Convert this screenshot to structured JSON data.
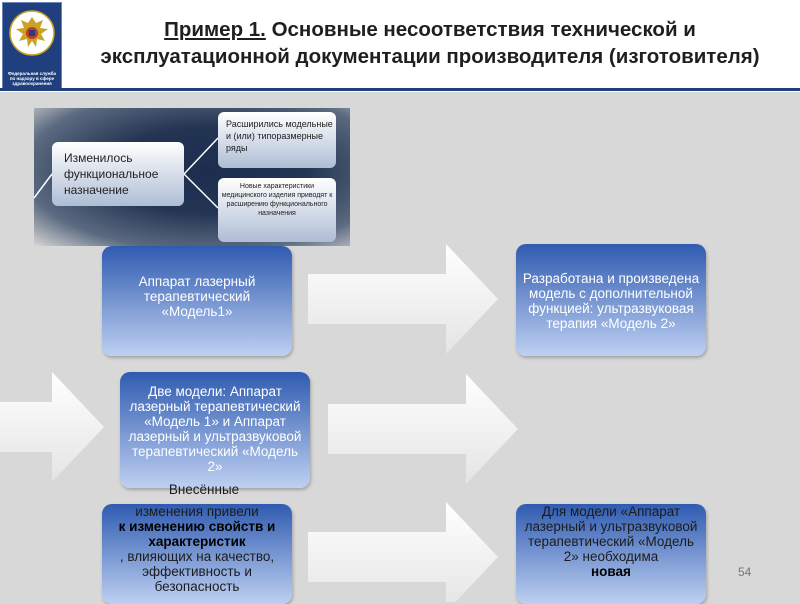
{
  "header": {
    "emblem_label": "Федеральная служба по надзору в сфере здравоохранения",
    "title_prefix": "Пример 1.",
    "title_rest": " Основные несоответствия технической и эксплуатационной документации производителя (изготовителя)"
  },
  "diagram": {
    "main": "Изменилось функциональное назначение",
    "top": "Расширились модельные и (или) типоразмерные ряды",
    "bottom": "Новые характеристики медицинского изделия приводят к расширению функционального назначения"
  },
  "flow": {
    "card1": "Аппарат лазерный терапевтический «Модель1»",
    "card2": "Разработана и произведена модель с дополнительной функцией: ультразвуковая терапия «Модель 2»",
    "card3": "Две модели: Аппарат лазерный терапевтический «Модель 1» и Аппарат лазерный и ультразвуковой терапевтический «Модель 2»",
    "card4_overlay": "Внесённые",
    "card4_a": "изменения привели ",
    "card4_b": "к изменению свойств и характеристик",
    "card4_c": ", влияющих на качество, эффективность и безопасность",
    "card6_a": "Для модели «Аппарат лазерный и ультразвуковой терапевтический «Модель 2» необходима ",
    "card6_b": "новая"
  },
  "page_number": "54",
  "colors": {
    "accent": "#1f3f7f",
    "card_top": "#2f5bb0",
    "card_bottom": "#bed0f2"
  }
}
